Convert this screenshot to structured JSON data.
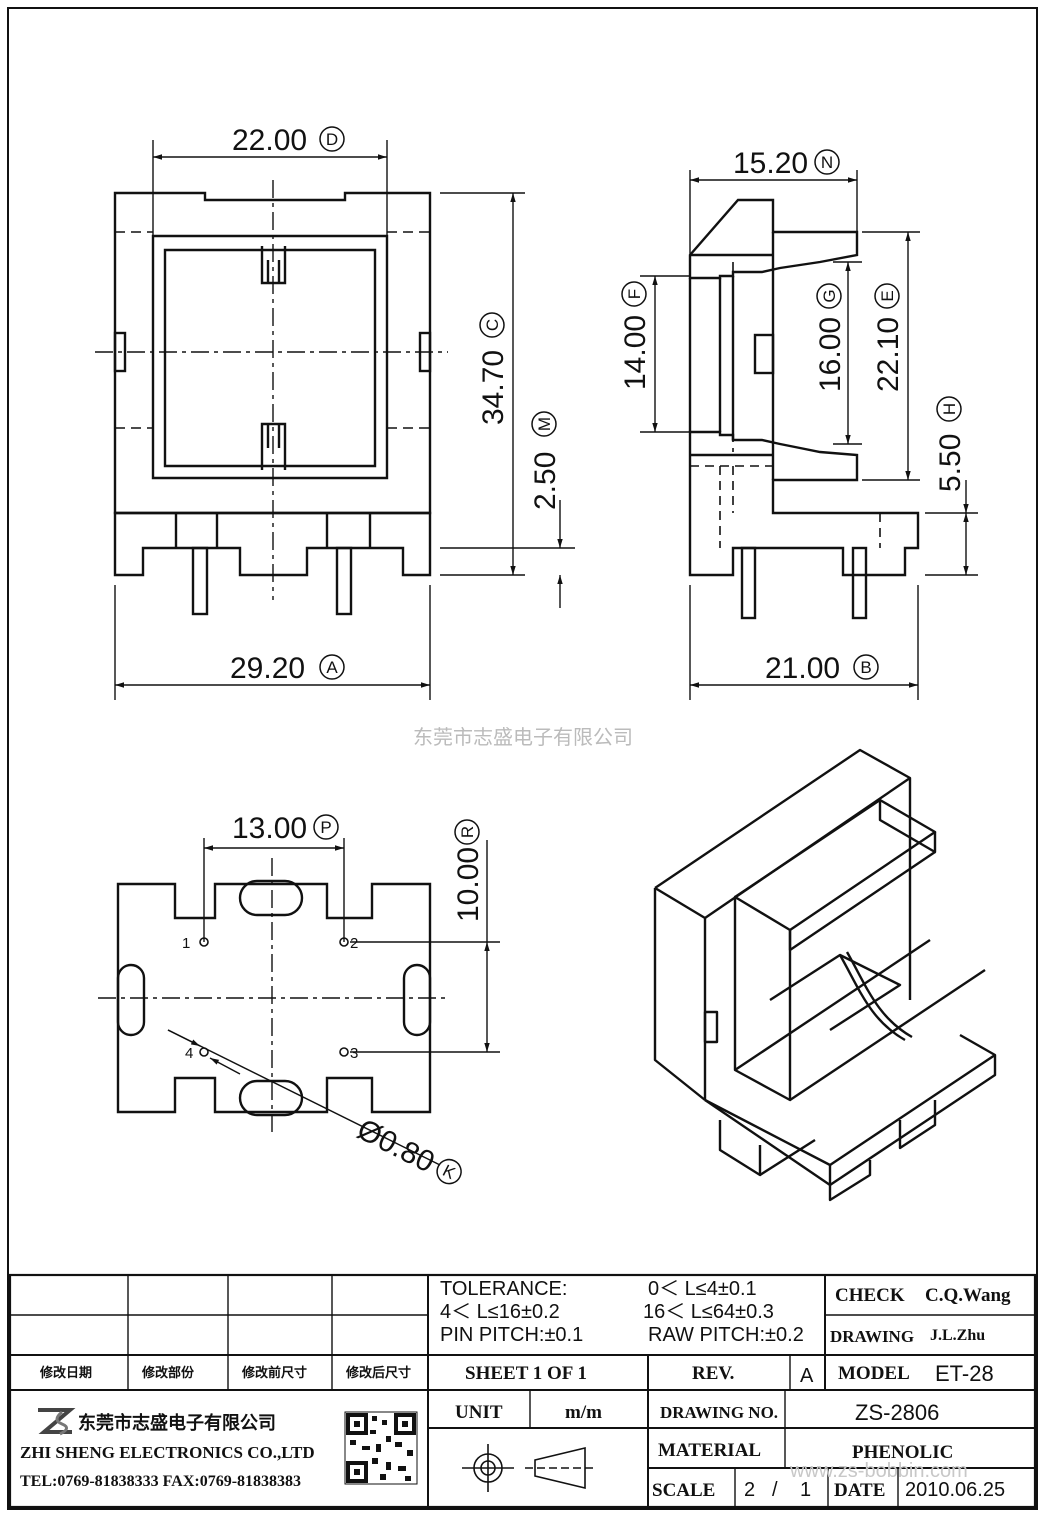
{
  "front_view": {
    "dims": {
      "D": {
        "value": "22.00",
        "letter": "D"
      },
      "C": {
        "value": "34.70",
        "letter": "C"
      },
      "M": {
        "value": "2.50",
        "letter": "M"
      },
      "A": {
        "value": "29.20",
        "letter": "A"
      }
    }
  },
  "side_view": {
    "dims": {
      "N": {
        "value": "15.20",
        "letter": "N"
      },
      "F": {
        "value": "14.00",
        "letter": "F"
      },
      "G": {
        "value": "16.00",
        "letter": "G"
      },
      "E": {
        "value": "22.10",
        "letter": "E"
      },
      "H": {
        "value": "5.50",
        "letter": "H"
      },
      "B": {
        "value": "21.00",
        "letter": "B"
      }
    }
  },
  "watermark_company": "东莞市志盛电子有限公司",
  "bottom_view": {
    "dims": {
      "P": {
        "value": "13.00",
        "letter": "P"
      },
      "R": {
        "value": "10.00",
        "letter": "R"
      },
      "K": {
        "value": "Ø0.80",
        "letter": "K"
      }
    },
    "pins": [
      "1",
      "2",
      "3",
      "4"
    ]
  },
  "title_block": {
    "tolerance_label": "TOLERANCE:",
    "tol_1": "0＜ L≤4±0.1",
    "tol_2": "4＜ L≤16±0.2",
    "tol_3": "16＜ L≤64±0.3",
    "pin_pitch": "PIN PITCH:±0.1",
    "raw_pitch": "RAW PITCH:±0.2",
    "check_label": "CHECK",
    "check_value": "C.Q.Wang",
    "drawing_label": "DRAWING",
    "drawing_value": "J.L.Zhu",
    "rev_headers": [
      "修改日期",
      "修改部份",
      "修改前尺寸",
      "修改后尺寸"
    ],
    "sheet": "SHEET 1 OF 1",
    "rev_label": "REV.",
    "rev_value": "A",
    "model_label": "MODEL",
    "model_value": "ET-28",
    "unit_label": "UNIT",
    "unit_value": "m/m",
    "drawing_no_label": "DRAWING NO.",
    "drawing_no_value": "ZS-2806",
    "material_label": "MATERIAL",
    "material_value": "PHENOLIC",
    "scale_label": "SCALE",
    "scale_num": "2",
    "scale_slash": "/",
    "scale_den": "1",
    "date_label": "DATE",
    "date_value": "2010.06.25",
    "company_cn": "东莞市志盛电子有限公司",
    "company_en": "ZHI SHENG ELECTRONICS CO.,LTD",
    "company_contact": "TEL:0769-81838333 FAX:0769-81838383",
    "website_watermark": "www.zs-bobbin.com"
  }
}
